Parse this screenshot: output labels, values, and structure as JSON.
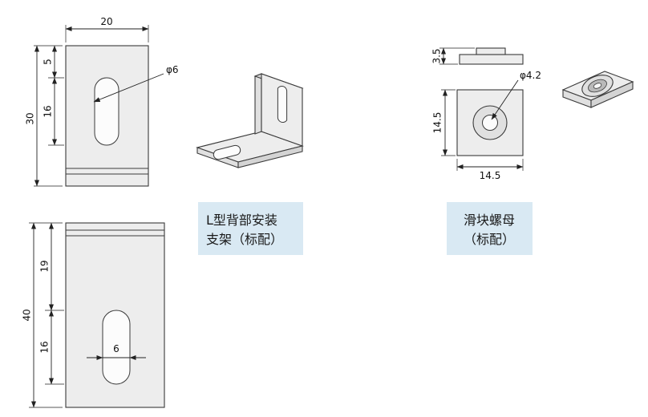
{
  "parts": {
    "plate_top": {
      "dim_width": "20",
      "dim_offset": "5",
      "dim_slot": "16",
      "dim_height": "30",
      "dim_hole": "φ6"
    },
    "plate_bottom": {
      "dim_height": "40",
      "dim_upper": "19",
      "dim_slot": "16",
      "dim_slot_width": "6"
    },
    "nut": {
      "dim_thickness": "3.5",
      "dim_side": "14.5",
      "dim_bottom": "14.5",
      "dim_hole": "φ4.2"
    }
  },
  "labels": {
    "bracket": {
      "line1": "L型背部安装",
      "line2": "支架（标配）"
    },
    "nut": {
      "line1": "滑块螺母",
      "line2": "（标配）"
    }
  },
  "colors": {
    "label_bg": "#d9e9f3",
    "line": "#222222"
  }
}
